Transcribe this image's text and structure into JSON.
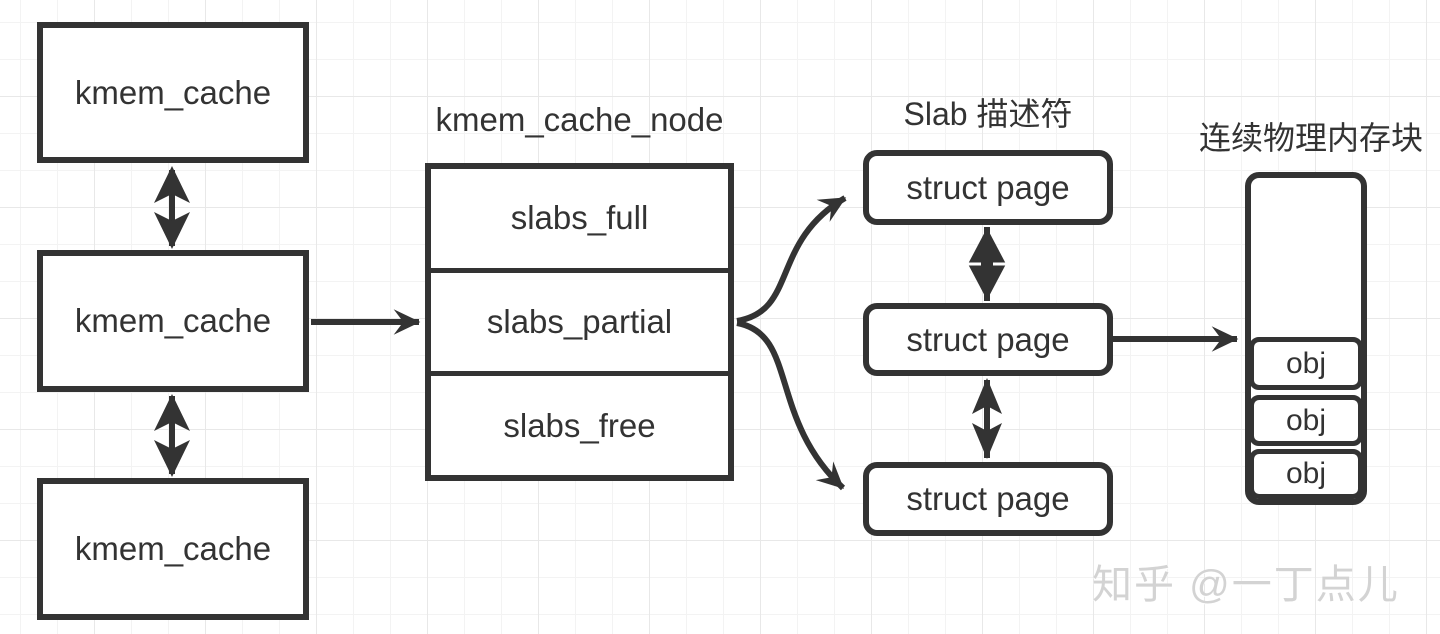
{
  "diagram": {
    "left_column": {
      "boxes": [
        "kmem_cache",
        "kmem_cache",
        "kmem_cache"
      ]
    },
    "node_table": {
      "title": "kmem_cache_node",
      "rows": [
        "slabs_full",
        "slabs_partial",
        "slabs_free"
      ]
    },
    "slab_column": {
      "title": "Slab 描述符",
      "boxes": [
        "struct page",
        "struct page",
        "struct page"
      ]
    },
    "memory_column": {
      "title": "连续物理内存块",
      "objects": [
        "obj",
        "obj",
        "obj"
      ]
    },
    "watermark": "知乎 @一丁点儿",
    "colors": {
      "stroke": "#333333",
      "text": "#333333",
      "grid_minor": "#f3f3f3",
      "grid_major": "#e8e8e8",
      "watermark": "#d3d3d3",
      "background": "#ffffff"
    }
  }
}
